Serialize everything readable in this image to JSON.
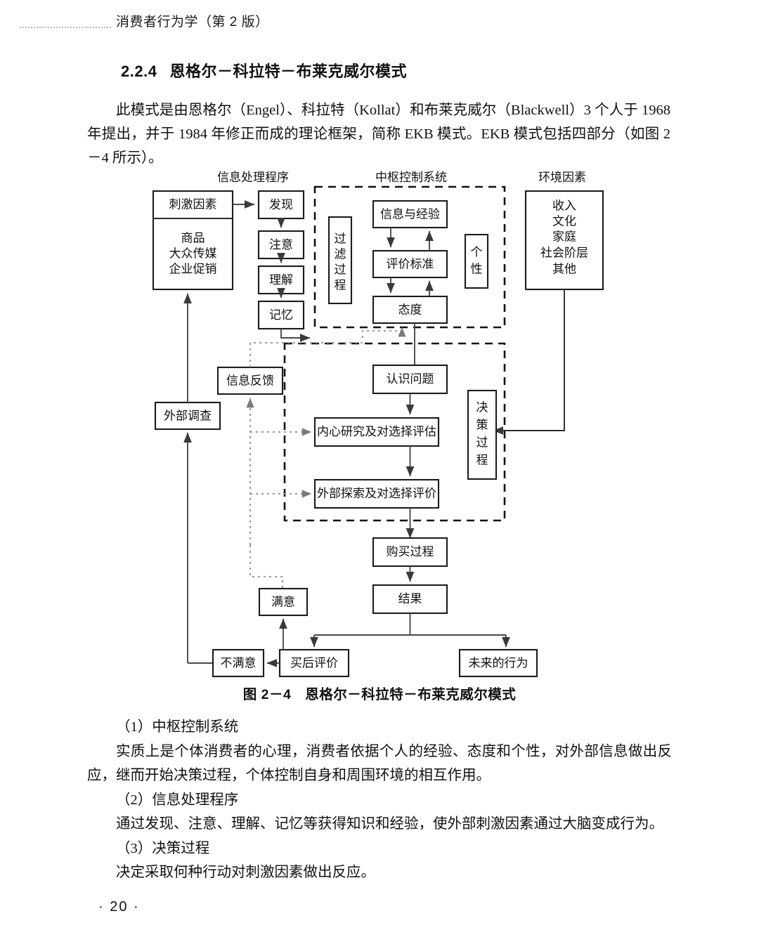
{
  "running_head": {
    "title": "消费者行为学（第 2 版）"
  },
  "section": {
    "number": "2.2.4",
    "title": "恩格尔－科拉特－布莱克威尔模式"
  },
  "intro_paragraph": "此模式是由恩格尔（Engel）、科拉特（Kollat）和布莱克威尔（Blackwell）3 个人于 1968 年提出，并于 1984 年修正而成的理论框架，简称 EKB 模式。EKB 模式包括四部分（如图 2－4 所示）。",
  "figure": {
    "caption": "图 2－4　恩格尔－科拉特－布莱克威尔模式",
    "group_labels": {
      "info_processing": "信息处理程序",
      "central_control": "中枢控制系统",
      "environment": "环境因素"
    },
    "boxes": {
      "stimulus_header": "刺激因素",
      "stimulus_body_line1": "商品",
      "stimulus_body_line2": "大众传媒",
      "stimulus_body_line3": "企业促销",
      "discover": "发现",
      "attention": "注意",
      "comprehension": "理解",
      "memory": "记忆",
      "filter_process": "过滤过程",
      "info_experience": "信息与经验",
      "eval_criteria": "评价标准",
      "attitude": "态度",
      "personality": "个性",
      "env_line1": "收入",
      "env_line2": "文化",
      "env_line3": "家庭",
      "env_line4": "社会阶层",
      "env_line5": "其他",
      "problem_recognition": "认识问题",
      "internal_search": "内心研究及对选择评估",
      "external_search": "外部探索及对选择评价",
      "decision_process": "决策过程",
      "info_feedback": "信息反馈",
      "external_survey": "外部调查",
      "purchase_process": "购买过程",
      "outcome": "结果",
      "satisfied": "满意",
      "dissatisfied": "不满意",
      "post_purchase_eval": "买后评价",
      "future_behavior": "未来的行为"
    }
  },
  "body": {
    "item1_title": "（1）中枢控制系统",
    "item1_text": "实质上是个体消费者的心理，消费者依据个人的经验、态度和个性，对外部信息做出反应，继而开始决策过程，个体控制自身和周围环境的相互作用。",
    "item2_title": "（2）信息处理程序",
    "item2_text": "通过发现、注意、理解、记忆等获得知识和经验，使外部刺激因素通过大脑变成行为。",
    "item3_title": "（3）决策过程",
    "item3_text": "决定采取何种行动对刺激因素做出反应。"
  },
  "folio": "· 20 ·"
}
